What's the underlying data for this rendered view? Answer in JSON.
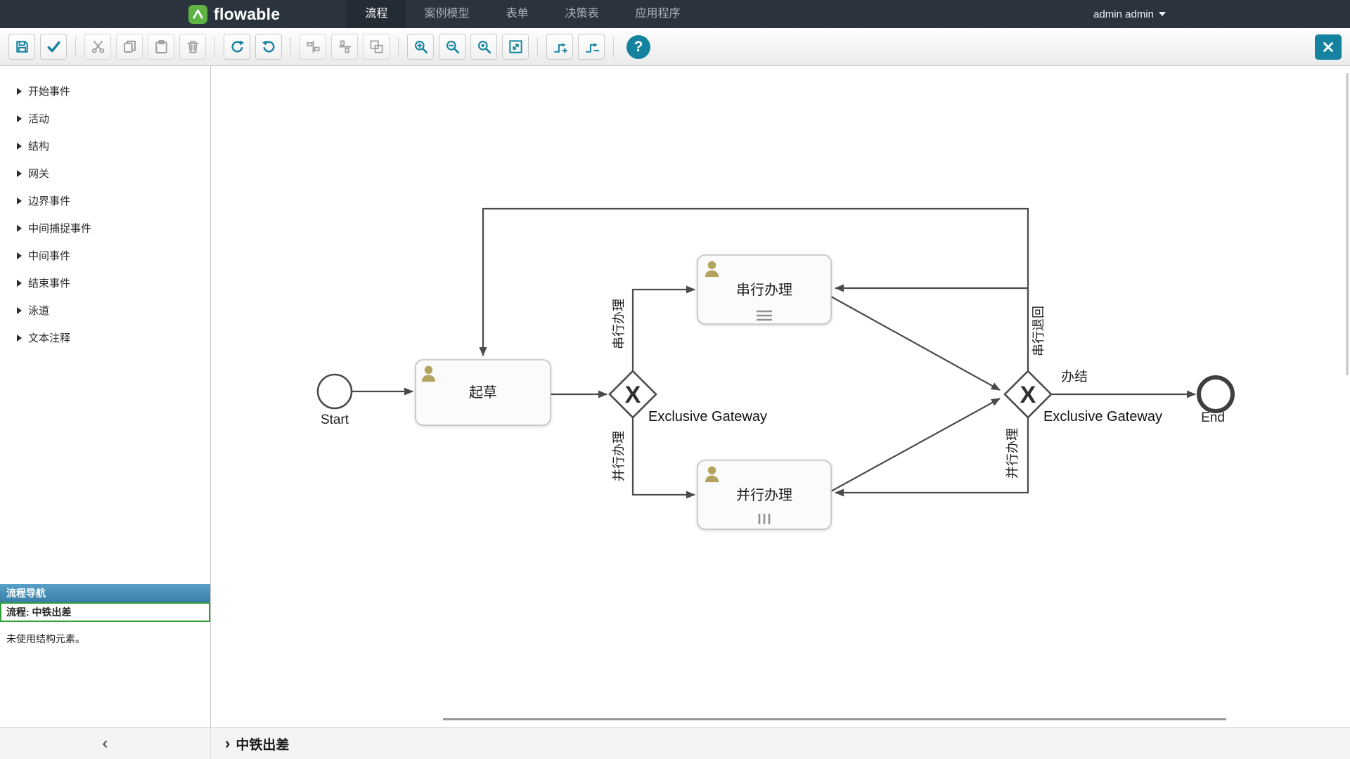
{
  "navbar": {
    "brand": "flowable",
    "items": [
      {
        "label": "流程",
        "active": true
      },
      {
        "label": "案例模型",
        "active": false
      },
      {
        "label": "表单",
        "active": false
      },
      {
        "label": "决策表",
        "active": false
      },
      {
        "label": "应用程序",
        "active": false
      }
    ],
    "user_menu": "admin admin"
  },
  "toolbar": {
    "help_glyph": "?",
    "icons": [
      "save",
      "validate",
      "cut",
      "copy",
      "paste",
      "delete",
      "redo",
      "undo",
      "align-vertical",
      "align-horizontal",
      "same-size",
      "zoom-in",
      "zoom-out",
      "zoom-actual",
      "zoom-fit",
      "add-bendpoint",
      "remove-bendpoint",
      "help",
      "close"
    ]
  },
  "palette": {
    "items": [
      "开始事件",
      "活动",
      "结构",
      "网关",
      "边界事件",
      "中间捕捉事件",
      "中间事件",
      "结束事件",
      "泳道",
      "文本注释"
    ]
  },
  "navigator": {
    "title": "流程导航",
    "process": "流程: 中铁出差",
    "note": "未使用结构元素。"
  },
  "footer": {
    "collapse_glyph": "‹",
    "chevron_glyph": "›",
    "process_name": "中铁出差"
  },
  "diagram": {
    "gateway_symbol": "X",
    "nodes": {
      "start": {
        "type": "start-event",
        "label": "Start"
      },
      "draft": {
        "type": "user-task",
        "label": "起草"
      },
      "gateway1": {
        "type": "exclusive-gateway",
        "label": "Exclusive Gateway"
      },
      "serial": {
        "type": "user-task-sequential",
        "label": "串行办理"
      },
      "parallel": {
        "type": "user-task-parallel",
        "label": "并行办理"
      },
      "gateway2": {
        "type": "exclusive-gateway",
        "label": "Exclusive Gateway"
      },
      "end": {
        "type": "end-event",
        "label": "End"
      }
    },
    "edges": {
      "to_serial": "串行办理",
      "to_parallel": "并行办理",
      "serial_return": "串行退回",
      "parallel_return": "并行办理",
      "finish": "办结"
    }
  },
  "colors": {
    "accent_teal": "#15839f",
    "brand_green": "#5fb344",
    "navigator_header": "#3e86b0",
    "selected_green": "#2e9e38"
  }
}
